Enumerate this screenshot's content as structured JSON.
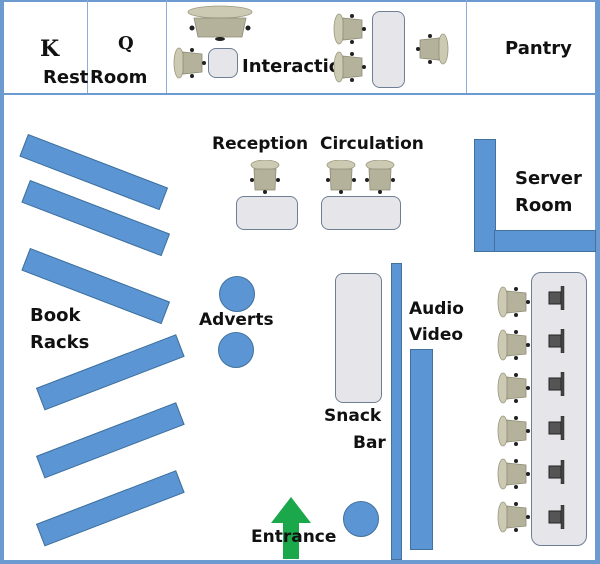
{
  "floor_plan": {
    "title": "Library Floor Plan",
    "rooms": {
      "rest_room": {
        "label": "Rest Room",
        "label_part1": "Rest",
        "label_part2": "Room",
        "symbol_left": "K",
        "symbol_right": "Q"
      },
      "interaction": {
        "label": "Interaction"
      },
      "pantry": {
        "label": "Pantry"
      },
      "server_room": {
        "label_line1": "Server",
        "label_line2": "Room"
      }
    },
    "areas": {
      "reception": {
        "label": "Reception",
        "chairs": 1
      },
      "circulation": {
        "label": "Circulation",
        "chairs": 2
      },
      "book_racks": {
        "label_line1": "Book",
        "label_line2": "Racks",
        "count": 6
      },
      "adverts": {
        "label": "Adverts",
        "count": 2
      },
      "snack_bar": {
        "label_line1": "Snack",
        "label_line2": "Bar"
      },
      "audio_video": {
        "label_line1": "Audio",
        "label_line2": "Video",
        "stations": 6
      },
      "entrance": {
        "label": "Entrance"
      }
    },
    "colors": {
      "wall": "#5b95d4",
      "wall_border": "#41719c",
      "table_fill": "#e6e6ea",
      "chair": "#b5b29c",
      "monitor": "#555555",
      "entrance_arrow": "#1aa84b",
      "room_line": "#6b9bd1"
    }
  }
}
